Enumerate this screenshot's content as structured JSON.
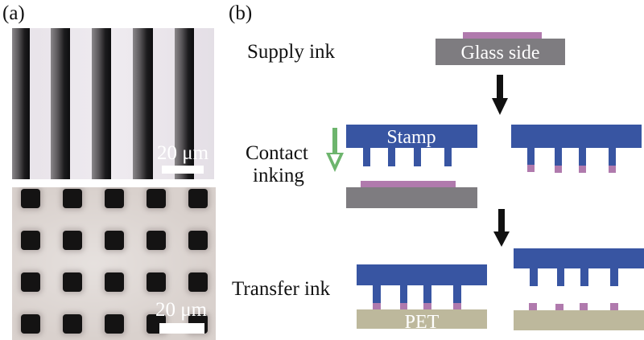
{
  "panel_a": {
    "label": "(a)",
    "top_image": {
      "description": "line-pattern micrograph",
      "scale_label": "20 μm",
      "stripe_count": 5
    },
    "bottom_image": {
      "description": "dot-array micrograph",
      "scale_label": "20 μm",
      "rows": 4,
      "columns": 5
    }
  },
  "panel_b": {
    "label": "(b)",
    "steps": [
      {
        "label": "Supply ink"
      },
      {
        "label_line1": "Contact",
        "label_line2": "inking"
      },
      {
        "label": "Transfer ink"
      }
    ],
    "glass_label": "Glass side",
    "stamp_label": "Stamp",
    "substrate_label": "PET",
    "colors": {
      "stamp": "#3855a2",
      "ink": "#b07aad",
      "glass": "#7e7c80",
      "pet": "#bdb89c",
      "arrow": "#111111",
      "contact_arrow": "#6db56d"
    }
  }
}
